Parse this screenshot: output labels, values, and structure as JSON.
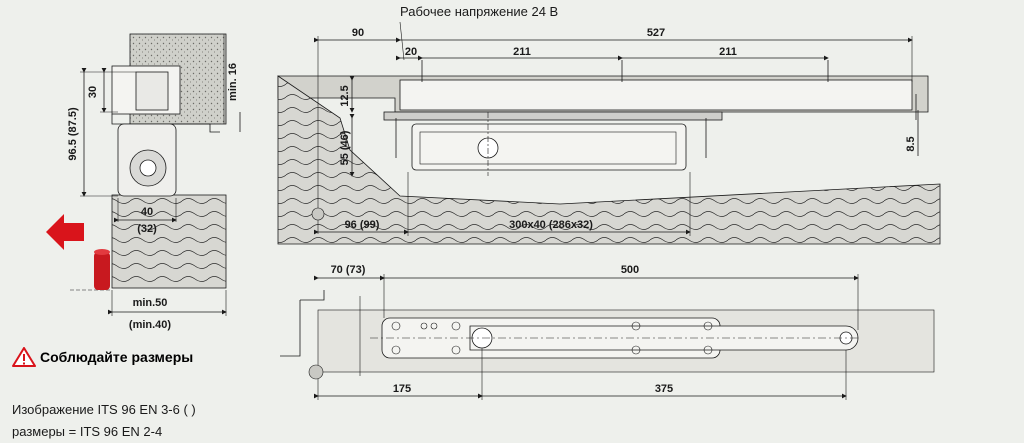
{
  "labels": {
    "voltage": "Рабочее напряжение 24 В",
    "warning": "Соблюдайте размеры",
    "caption_image": "Изображение ITS 96 EN 3-6 ( )",
    "caption_sizes": "размеры = ITS 96 EN 2-4"
  },
  "dimensions": {
    "left_30": "30",
    "left_min16": "min. 16",
    "left_965": "96.5 (87.5)",
    "left_40": "40",
    "left_32": "(32)",
    "left_min50": "min.50",
    "left_min40": "(min.40)",
    "top_90": "90",
    "top_527": "527",
    "top_20": "20",
    "top_211a": "211",
    "top_211b": "211",
    "side_125": "12.5",
    "side_5546": "55 (46)",
    "side_85": "8.5",
    "bot_9699": "96 (99)",
    "bot_300x40": "300x40 (286x32)",
    "plan_7073": "70 (73)",
    "plan_500": "500",
    "plan_175": "175",
    "plan_375": "375"
  },
  "colors": {
    "arrow": "#d9141b",
    "warning": "#d9141b",
    "concrete": "#d2d2cc",
    "wood": "#d7d7d2",
    "steel": "#f4f4f1"
  }
}
